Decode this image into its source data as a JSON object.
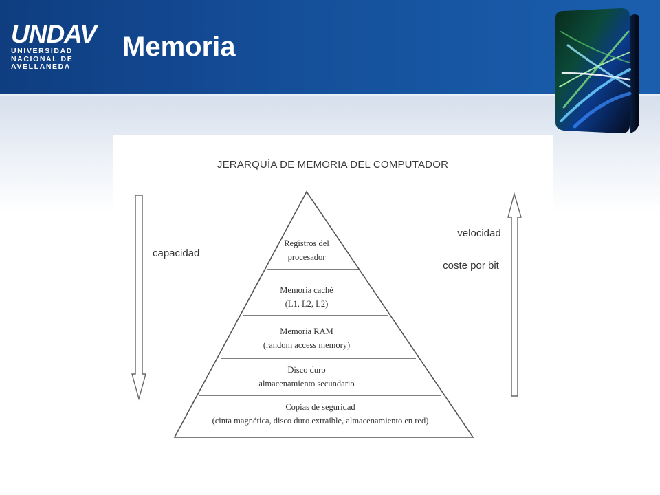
{
  "header": {
    "logo": {
      "mark": "UNDAV",
      "lines": [
        "UNIVERSIDAD",
        "NACIONAL DE",
        "AVELLANEDA"
      ]
    },
    "title": "Memoria"
  },
  "diagram": {
    "title": "JERARQUÍA DE MEMORIA DEL COMPUTADOR",
    "left_label": "capacidad",
    "right_labels": [
      "velocidad",
      "coste por bit"
    ],
    "levels": [
      {
        "line1": "Registros del",
        "line2": "procesador"
      },
      {
        "line1": "Memoria caché",
        "line2": "(L1, L2, L2)"
      },
      {
        "line1": "Memoria RAM",
        "line2": "(random access memory)"
      },
      {
        "line1": "Disco duro",
        "line2": "almacenamiento secundario"
      },
      {
        "line1": "Copias de seguridad",
        "line2": "(cinta magnética, disco duro extraíble, almacenamiento en red)"
      }
    ]
  },
  "colors": {
    "header_blue": "#154f9a",
    "line": "#555555",
    "text": "#333333"
  },
  "icons": {
    "left_arrow": "arrow-down-outline",
    "right_arrow": "arrow-up-outline",
    "corner_graphic": "light-streak-cube"
  }
}
